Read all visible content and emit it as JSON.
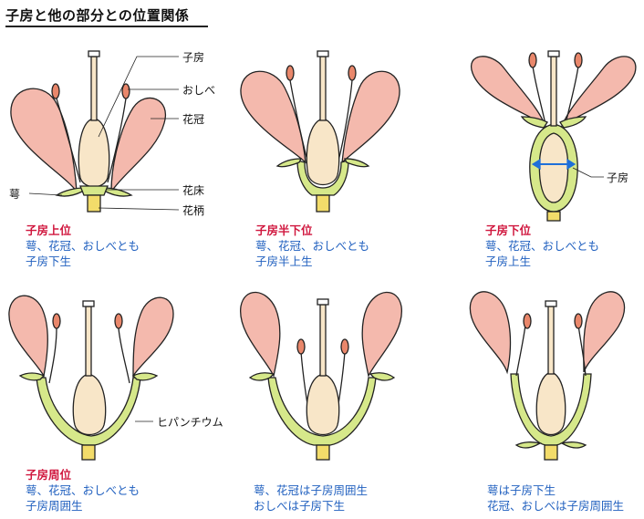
{
  "title": "子房と他の部分との位置関係",
  "labels": {
    "ovary": "子房",
    "stamen": "おしべ",
    "corolla": "花冠",
    "calyx": "萼",
    "receptacle": "花床",
    "pedicel": "花柄",
    "ovary_right": "子房",
    "hypanthium": "ヒパンチウム"
  },
  "panels": [
    {
      "title": "子房上位",
      "lines": [
        "萼、花冠、おしべとも",
        "子房下生"
      ]
    },
    {
      "title": "子房半下位",
      "lines": [
        "萼、花冠、おしべとも",
        "子房半上生"
      ]
    },
    {
      "title": "子房下位",
      "lines": [
        "萼、花冠、おしべとも",
        "子房上生"
      ]
    },
    {
      "title": "子房周位",
      "lines": [
        "萼、花冠、おしべとも",
        "子房周囲生"
      ]
    },
    {
      "title": "",
      "lines": [
        "萼、花冠は子房周囲生",
        "おしべは子房下生"
      ]
    },
    {
      "title": "",
      "lines": [
        "萼は子房下生",
        "花冠、おしべは子房周囲生"
      ]
    }
  ],
  "colors": {
    "petal": "#f4b9ad",
    "ovary": "#f8e6c8",
    "receptacle": "#d6e88a",
    "stalk": "#f3dc6a",
    "anther": "#e9876b",
    "title_red": "#d0173e",
    "desc_blue": "#1f5fbf",
    "arrow_blue": "#1e6fd9"
  }
}
